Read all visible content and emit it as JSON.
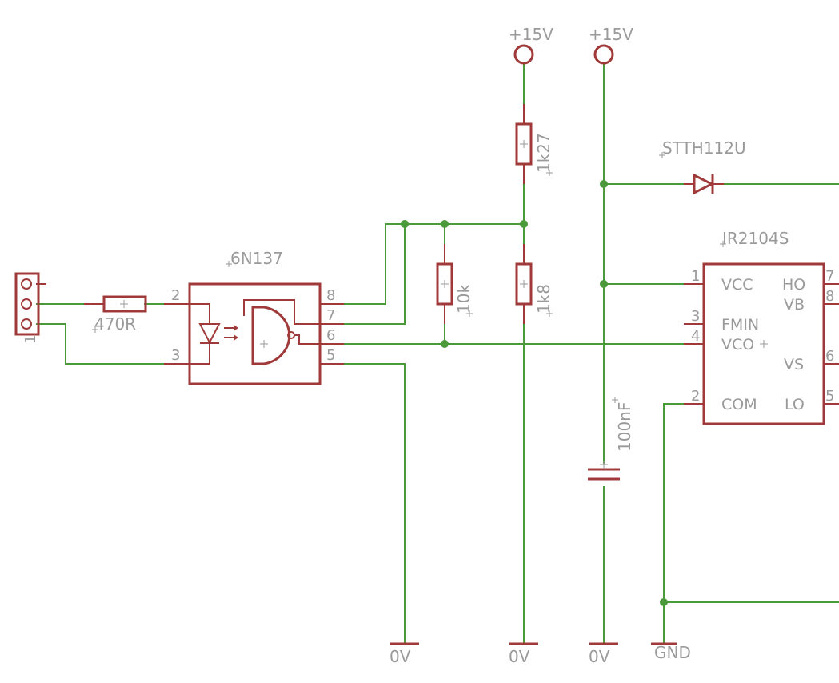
{
  "supplies": {
    "vplus_a": "+15V",
    "vplus_b": "+15V"
  },
  "grounds": {
    "g1": "0V",
    "g2": "0V",
    "g3": "0V",
    "gnd": "GND"
  },
  "connector": {
    "pin_label": "1"
  },
  "r_input": {
    "value": "470R"
  },
  "r_pull": {
    "value": "1k27"
  },
  "r_mid": {
    "value": "10k"
  },
  "r_div": {
    "value": "1k8"
  },
  "cap": {
    "value": "100nF"
  },
  "diode": {
    "value": "STTH112U"
  },
  "optocoupler": {
    "name": "6N137",
    "pins": {
      "p2": "2",
      "p3": "3",
      "p8": "8",
      "p7": "7",
      "p6": "6",
      "p5": "5"
    }
  },
  "driver": {
    "name": "IR2104S",
    "pins_left": {
      "p1": "1",
      "p3": "3",
      "p4": "4",
      "p2": "2"
    },
    "pins_right": {
      "p7": "7",
      "p8": "8",
      "p6": "6",
      "p5": "5"
    },
    "labels": {
      "vcc": "VCC",
      "fmin": "FMIN",
      "vco": "VCO",
      "com": "COM",
      "ho": "HO",
      "vb": "VB",
      "vs": "VS",
      "lo": "LO"
    }
  },
  "colors": {
    "wire": "#4a9a3a",
    "symbol": "#a03a3a",
    "text": "#9a9a9a",
    "background": "#ffffff"
  }
}
